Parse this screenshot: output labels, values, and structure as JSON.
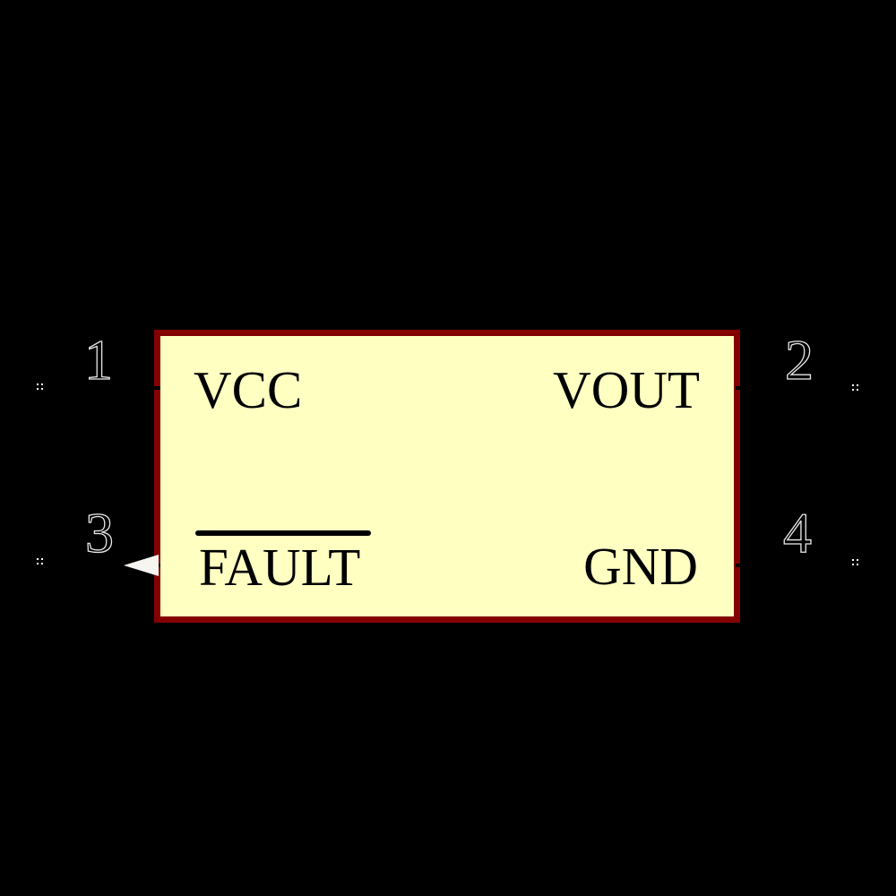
{
  "diagram": {
    "type": "schematic-symbol",
    "colors": {
      "background": "#000000",
      "body_fill": "#FFFFC2",
      "body_outline": "#840000",
      "pin_name_color": "#000000",
      "pin_number_fill": "#000000",
      "pin_number_outline": "#E6E6E6",
      "unconnected_marker": "#FFFFFF",
      "arrow_fill": "#F7F5F1"
    },
    "pins": [
      {
        "number": "1",
        "name": "VCC",
        "side": "left",
        "row": "top",
        "overline": false
      },
      {
        "number": "2",
        "name": "VOUT",
        "side": "right",
        "row": "top",
        "overline": false
      },
      {
        "number": "3",
        "name": "FAULT",
        "side": "left",
        "row": "bottom",
        "overline": true
      },
      {
        "number": "4",
        "name": "GND",
        "side": "right",
        "row": "bottom",
        "overline": false
      }
    ]
  }
}
